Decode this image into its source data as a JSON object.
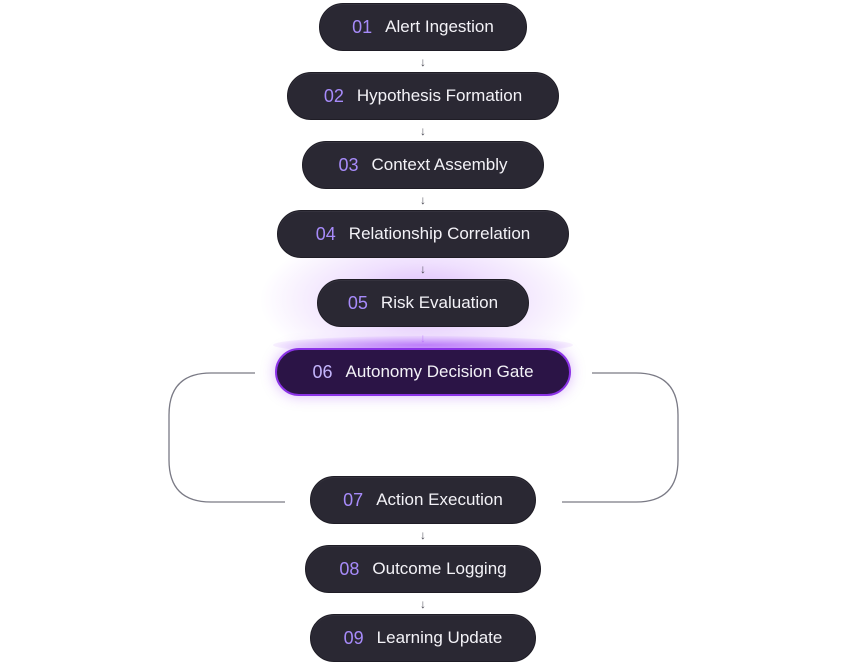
{
  "steps": [
    {
      "num": "01",
      "label": "Alert Ingestion"
    },
    {
      "num": "02",
      "label": "Hypothesis Formation"
    },
    {
      "num": "03",
      "label": "Context Assembly"
    },
    {
      "num": "04",
      "label": "Relationship Correlation"
    },
    {
      "num": "05",
      "label": "Risk Evaluation"
    },
    {
      "num": "06",
      "label": "Autonomy Decision Gate"
    },
    {
      "num": "07",
      "label": "Action Execution"
    },
    {
      "num": "08",
      "label": "Outcome Logging"
    },
    {
      "num": "09",
      "label": "Learning Update"
    }
  ],
  "branches": {
    "left_label": "",
    "right_label": ""
  },
  "colors": {
    "step_bg": "#2a2833",
    "number": "#a78bfa",
    "active_border": "#8b33e6",
    "active_bg": "#2b1446",
    "glow": "#a855f7"
  },
  "icons": {
    "connector": "down-arrow-icon"
  }
}
